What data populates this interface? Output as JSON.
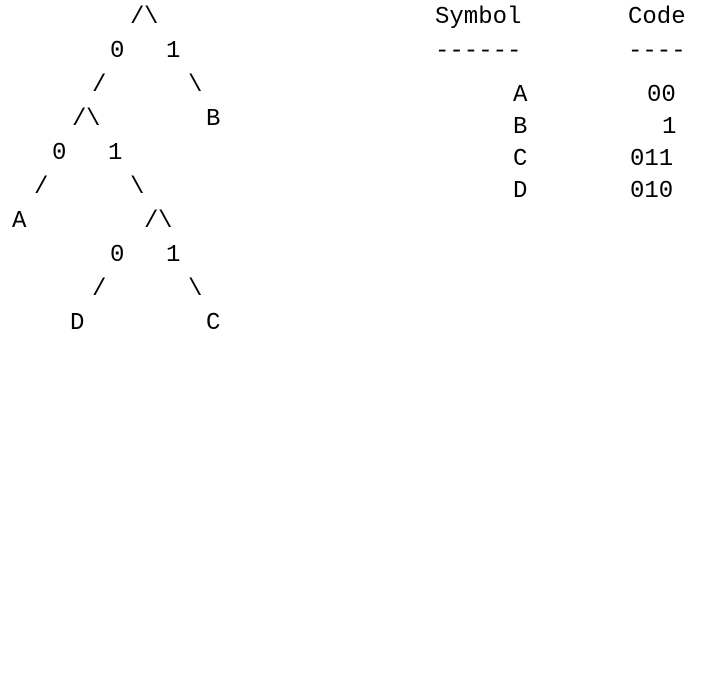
{
  "tree": {
    "root_slash_left": "/",
    "root_slash_right": "\\",
    "edge_labels": [
      "0",
      "1",
      "0",
      "1",
      "0",
      "1"
    ],
    "leaf_labels": [
      "B",
      "A",
      "D",
      "C"
    ],
    "connector_slash": "/",
    "connector_backslash": "\\"
  },
  "table": {
    "headers": {
      "symbol": "Symbol",
      "code": "Code"
    },
    "separators": {
      "symbol": "------",
      "code": "----"
    },
    "rows": [
      {
        "symbol": "A",
        "code": "00"
      },
      {
        "symbol": "B",
        "code": "1"
      },
      {
        "symbol": "C",
        "code": "011"
      },
      {
        "symbol": "D",
        "code": "010"
      }
    ]
  }
}
